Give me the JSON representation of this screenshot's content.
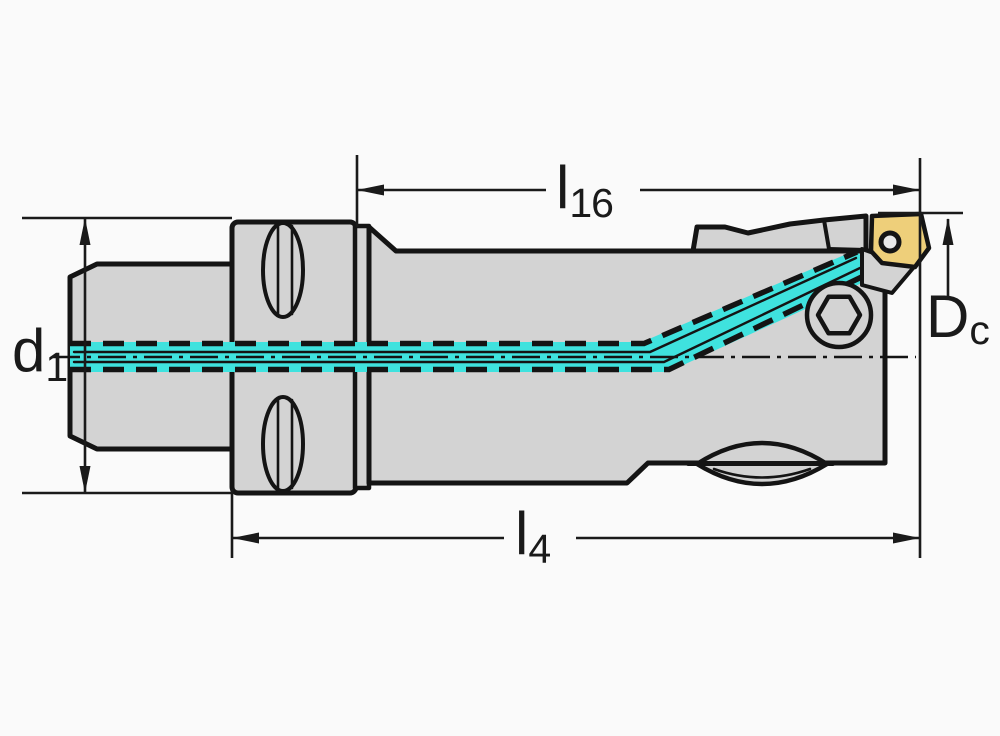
{
  "drawing": {
    "dimension_labels": {
      "d1": {
        "base": "d",
        "sub": "1"
      },
      "l16": {
        "base": "l",
        "sub": "16"
      },
      "l4": {
        "base": "l",
        "sub": "4"
      },
      "Dc": {
        "base": "D",
        "sub": "c"
      }
    },
    "colors": {
      "background": "#fafafa",
      "metal": "#d3d3d3",
      "outline": "#141414",
      "coolant": "#3fe2de",
      "insert": "#eecf7a",
      "insert_hole": "#e9e9e9",
      "dimension": "#1a1a1a"
    }
  }
}
